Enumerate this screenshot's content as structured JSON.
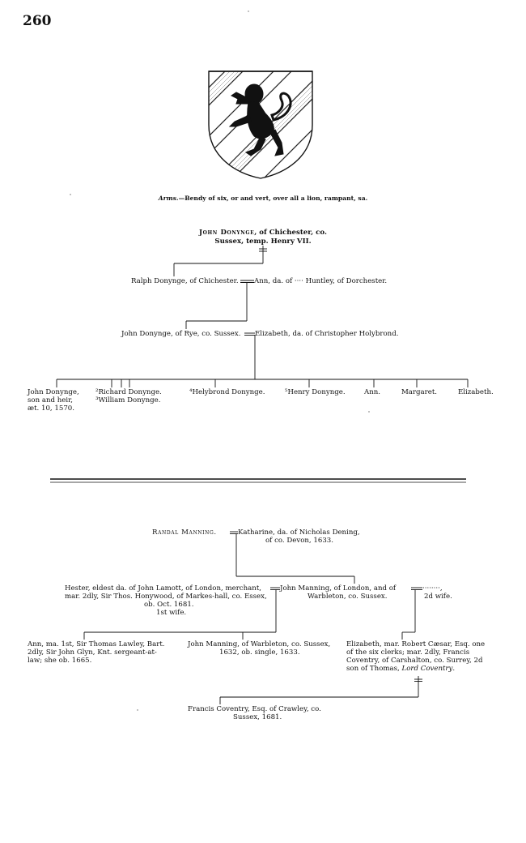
{
  "page_number": "260",
  "arms": {
    "label": "Arms.",
    "text": "—Bendy of six, or and vert, over all a lion, rampant, sa."
  },
  "gen1": {
    "john": {
      "name": "John Donynge",
      "rest1": ", of Chichester, co.",
      "rest2": "Sussex, temp. Henry VII."
    },
    "ralph": "Ralph Donynge, of Chichester.",
    "ralph_wife": "Ann, da. of ···· Huntley, of Dorchester.",
    "john2": "John Donynge, of Rye, co. Sussex.",
    "john2_wife": "Elizabeth, da. of Christopher Holybrond.",
    "children": {
      "c1_l1": "John Donynge,",
      "c1_l2": "son and heir,",
      "c1_l3": "æt. 10, 1570.",
      "c2_l1": "²Richard Donynge.",
      "c2_l2": "³William Donynge.",
      "c3": "⁴Helybrond Donynge.",
      "c4": "⁵Henry Donynge.",
      "c5": "Ann.",
      "c6": "Margaret.",
      "c7": "Elizabeth."
    }
  },
  "gen2": {
    "randal": {
      "name": "Randal Manning.",
      "wife_l1": "Katharine, da. of Nicholas Dening,",
      "wife_l2": "of co. Devon, 1633."
    },
    "hester": {
      "l1": "Hester, eldest da. of John Lamott, of London, merchant,",
      "l2": "mar. 2dly, Sir Thos. Honywood, of Markes-hall, co. Essex,",
      "l3": "ob. Oct. 1681.",
      "l4": "1st wife."
    },
    "john_manning": {
      "l1": "John Manning, of London, and of",
      "l2": "Warbleton, co. Sussex."
    },
    "second_wife": {
      "l1": "········,",
      "l2": "2d wife."
    },
    "ann": {
      "l1": "Ann, ma. 1st, Sir Thomas Lawley, Bart.",
      "l2": "2dly, Sir John Glyn, Knt. sergeant-at-",
      "l3": "law; she ob. 1665."
    },
    "john_w": {
      "l1": "John Manning, of Warbleton, co. Sussex,",
      "l2": "1632, ob. single, 1633."
    },
    "elizabeth": {
      "l1": "Elizabeth, mar. Robert Cæsar, Esq. one",
      "l2": "of the six clerks; mar. 2dly, Francis",
      "l3": "Coventry, of Carshalton, co. Surrey, 2d",
      "l4a": "son of Thomas, ",
      "l4b": "Lord Coventry",
      "l4c": "."
    },
    "francis": {
      "l1": "Francis Coventry, Esq. of Crawley, co.",
      "l2": "Sussex, 1681."
    }
  }
}
